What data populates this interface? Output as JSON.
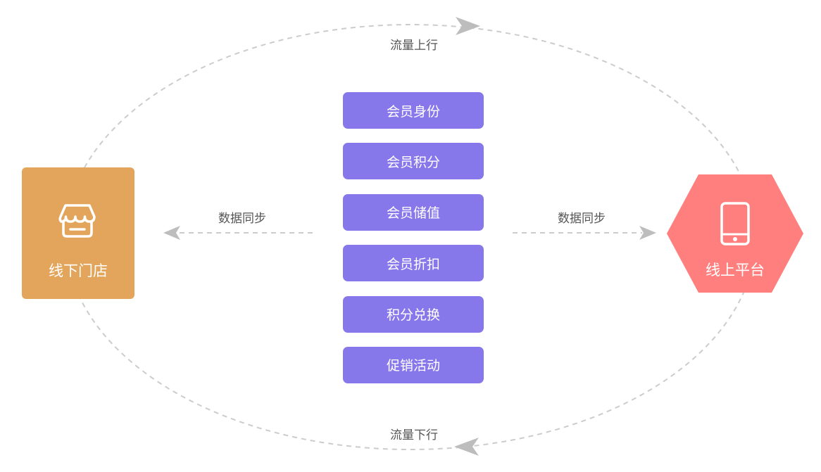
{
  "nodes": {
    "store": {
      "label": "线下门店",
      "icon": "store-icon",
      "color": "#e3a55b"
    },
    "platform": {
      "label": "线上平台",
      "icon": "mobile-phone-icon",
      "color": "#ff7f7e"
    }
  },
  "flows": {
    "top": "流量上行",
    "bottom": "流量下行",
    "sync_left": "数据同步",
    "sync_right": "数据同步"
  },
  "features": [
    "会员身份",
    "会员积分",
    "会员储值",
    "会员折扣",
    "积分兑换",
    "促销活动"
  ],
  "colors": {
    "feature_bg": "#8678eb",
    "dashed_line": "#cccccc",
    "arrow": "#bdbdbd"
  }
}
